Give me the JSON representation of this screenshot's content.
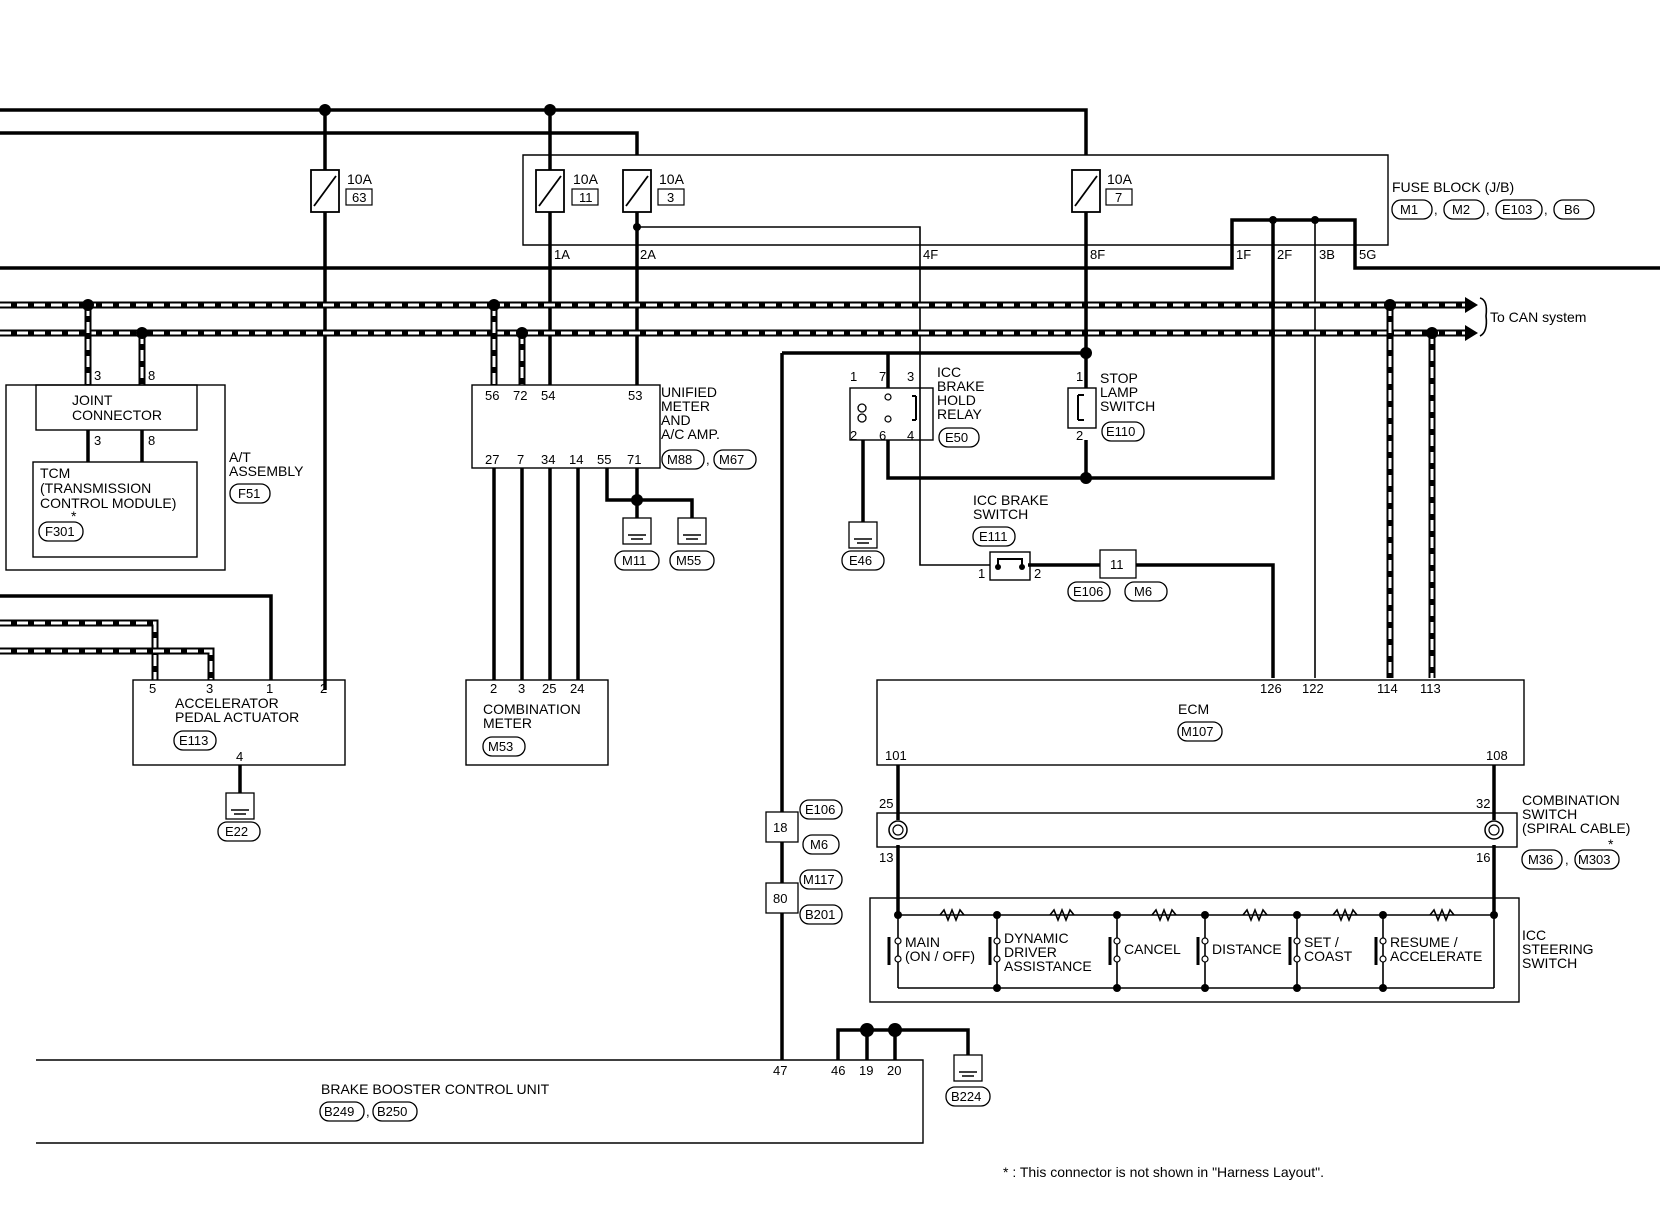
{
  "fuses": [
    {
      "amp": "10A",
      "num": "63"
    },
    {
      "amp": "10A",
      "num": "11"
    },
    {
      "amp": "10A",
      "num": "3"
    },
    {
      "amp": "10A",
      "num": "7"
    }
  ],
  "fuse_block": {
    "title": "FUSE BLOCK (J/B)",
    "connectors": [
      "M1",
      "M2",
      "E103",
      "B6"
    ],
    "terminals": [
      "1A",
      "2A",
      "4F",
      "8F",
      "1F",
      "2F",
      "3B",
      "5G"
    ]
  },
  "can_label": "To CAN system",
  "joint_connector": {
    "line1": "JOINT",
    "line2": "CONNECTOR",
    "pins_top": [
      "3",
      "8"
    ],
    "pins_bottom": [
      "3",
      "8"
    ]
  },
  "tcm": {
    "line1": "TCM",
    "line2": "(TRANSMISSION",
    "line3": "CONTROL MODULE)",
    "star": "*",
    "connector": "F301"
  },
  "at_assembly": {
    "line1": "A/T",
    "line2": "ASSEMBLY",
    "connector": "F51"
  },
  "unified_meter": {
    "lines": [
      "UNIFIED",
      "METER",
      "AND",
      "A/C AMP."
    ],
    "connectors": [
      "M88",
      "M67"
    ],
    "pins_top": [
      "56",
      "72",
      "54",
      "53"
    ],
    "pins_bottom": [
      "27",
      "7",
      "34",
      "14",
      "55",
      "71"
    ],
    "grounds": [
      "M11",
      "M55"
    ]
  },
  "relay": {
    "lines": [
      "ICC",
      "BRAKE",
      "HOLD",
      "RELAY"
    ],
    "connector": "E50",
    "pins_top": [
      "1",
      "7",
      "3"
    ],
    "pins_bottom": [
      "2",
      "6",
      "4"
    ],
    "ground": "E46"
  },
  "stop_lamp": {
    "lines": [
      "STOP",
      "LAMP",
      "SWITCH"
    ],
    "connector": "E110",
    "pin_top": "1",
    "pin_bottom": "2"
  },
  "brake_switch": {
    "line1": "ICC BRAKE",
    "line2": "SWITCH",
    "connector": "E111",
    "pin1": "1",
    "pin2": "2"
  },
  "inline_11": {
    "num": "11",
    "c1": "E106",
    "c2": "M6"
  },
  "accel_pedal": {
    "line1": "ACCELERATOR",
    "line2": "PEDAL ACTUATOR",
    "connector": "E113",
    "pins": [
      "5",
      "3",
      "1",
      "2"
    ],
    "pin_bottom": "4",
    "ground": "E22"
  },
  "combination_meter": {
    "line1": "COMBINATION",
    "line2": "METER",
    "connector": "M53",
    "pins": [
      "2",
      "3",
      "25",
      "24"
    ]
  },
  "ecm": {
    "label": "ECM",
    "connector": "M107",
    "pins_top": [
      "126",
      "122",
      "114",
      "113"
    ],
    "pins_bottom": [
      "101",
      "108"
    ]
  },
  "combo_switch": {
    "lines": [
      "COMBINATION",
      "SWITCH",
      "(SPIRAL CABLE)"
    ],
    "star": "*",
    "connectors": [
      "M36",
      "M303"
    ],
    "pins": [
      "25",
      "32",
      "13",
      "16"
    ]
  },
  "icc_steering": {
    "lines": [
      "ICC",
      "STEERING",
      "SWITCH"
    ],
    "switches": [
      {
        "l1": "MAIN",
        "l2": "(ON / OFF)",
        "l3": ""
      },
      {
        "l1": "DYNAMIC",
        "l2": "DRIVER",
        "l3": "ASSISTANCE"
      },
      {
        "l1": "CANCEL",
        "l2": "",
        "l3": ""
      },
      {
        "l1": "DISTANCE",
        "l2": "",
        "l3": ""
      },
      {
        "l1": "SET /",
        "l2": "COAST",
        "l3": ""
      },
      {
        "l1": "RESUME /",
        "l2": "ACCELERATE",
        "l3": ""
      }
    ]
  },
  "inline_18": {
    "num": "18",
    "c1": "E106",
    "c2": "M6"
  },
  "inline_80": {
    "num": "80",
    "c1": "M117",
    "c2": "B201"
  },
  "brake_booster": {
    "label": "BRAKE BOOSTER CONTROL UNIT",
    "connectors": [
      "B249",
      "B250"
    ],
    "pins": [
      "47",
      "46",
      "19",
      "20"
    ],
    "ground": "B224"
  },
  "sep": ",",
  "footnote": "* : This connector is not shown in \"Harness Layout\"."
}
